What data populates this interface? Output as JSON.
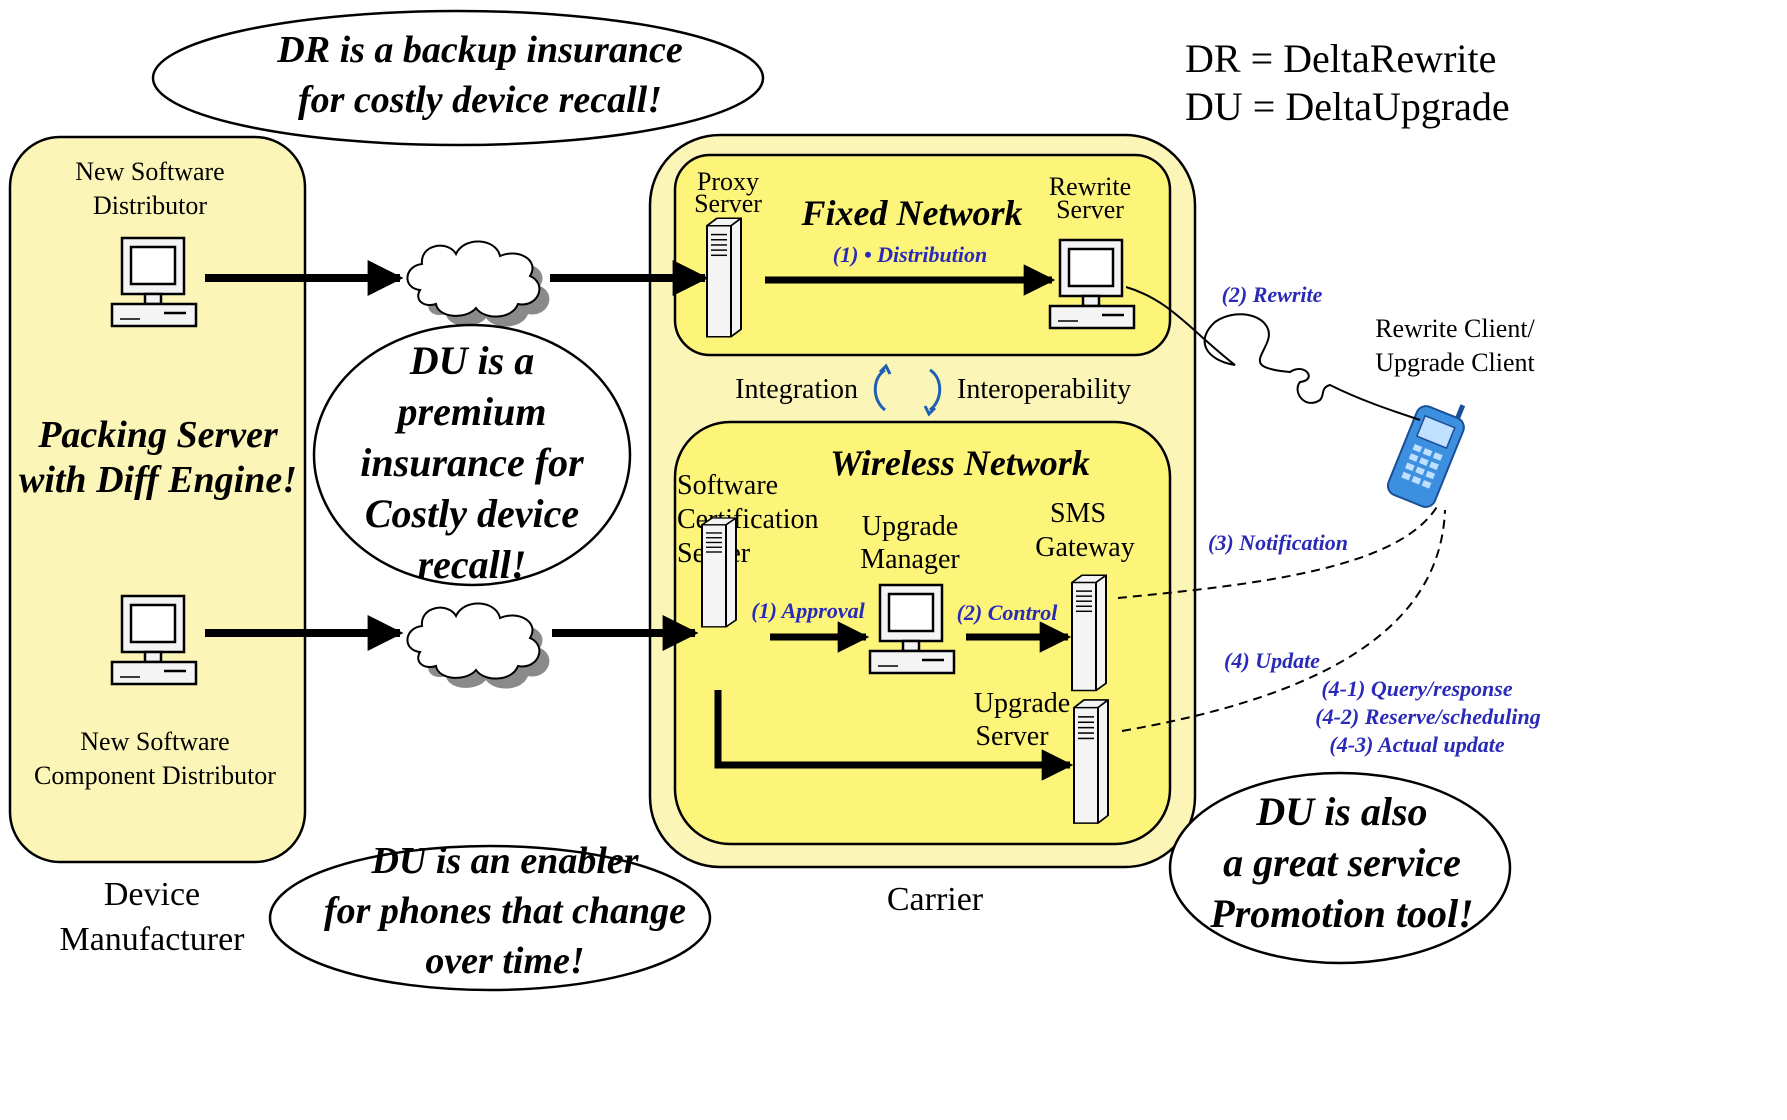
{
  "legend": {
    "line1": "DR = DeltaRewrite",
    "line2": "DU = DeltaUpgrade"
  },
  "callouts": {
    "dr_backup": [
      "DR is a backup insurance",
      "for costly device recall!"
    ],
    "du_premium": [
      "DU is a",
      "premium",
      "insurance for",
      "Costly device",
      "recall!"
    ],
    "du_enabler": [
      "DU is an enabler",
      "for phones that change",
      "over time!"
    ],
    "du_promotion": [
      "DU is also",
      "a great service",
      "Promotion tool!"
    ]
  },
  "manufacturer": {
    "new_sw_distributor": [
      "New Software",
      "Distributor"
    ],
    "packing_server": [
      "Packing Server",
      "with Diff Engine!"
    ],
    "component_distributor": [
      "New Software",
      "Component Distributor"
    ],
    "caption": [
      "Device",
      "Manufacturer"
    ]
  },
  "carrier": {
    "caption": "Carrier",
    "fixed_network": {
      "title": "Fixed Network",
      "proxy_server": [
        "Proxy",
        "Server"
      ],
      "rewrite_server": [
        "Rewrite",
        "Server"
      ],
      "distribution_label": "(1) • Distribution"
    },
    "integration": "Integration",
    "interoperability": "Interoperability",
    "wireless_network": {
      "title": "Wireless Network",
      "cert_server": [
        "Software",
        "Certification",
        "Server"
      ],
      "upgrade_manager": [
        "Upgrade",
        "Manager"
      ],
      "sms_gateway": [
        "SMS",
        "Gateway"
      ],
      "upgrade_server": [
        "Upgrade",
        "Server"
      ],
      "approval_label": "(1) Approval",
      "control_label": "(2) Control"
    }
  },
  "client": {
    "label": [
      "Rewrite Client/",
      "Upgrade Client"
    ],
    "rewrite_label": "(2) Rewrite",
    "notification_label": "(3) Notification",
    "update_label": "(4) Update",
    "update_steps": [
      "(4-1) Query/response",
      "(4-2) Reserve/scheduling",
      "(4-3) Actual update"
    ]
  },
  "colors": {
    "panel_fill": "#fbf6b8",
    "inner_fill": "#fdf47a",
    "label_blue": "#2a2ab8",
    "cloud_shadow": "#8a8a8a",
    "phone_blue": "#3d8fe0"
  }
}
